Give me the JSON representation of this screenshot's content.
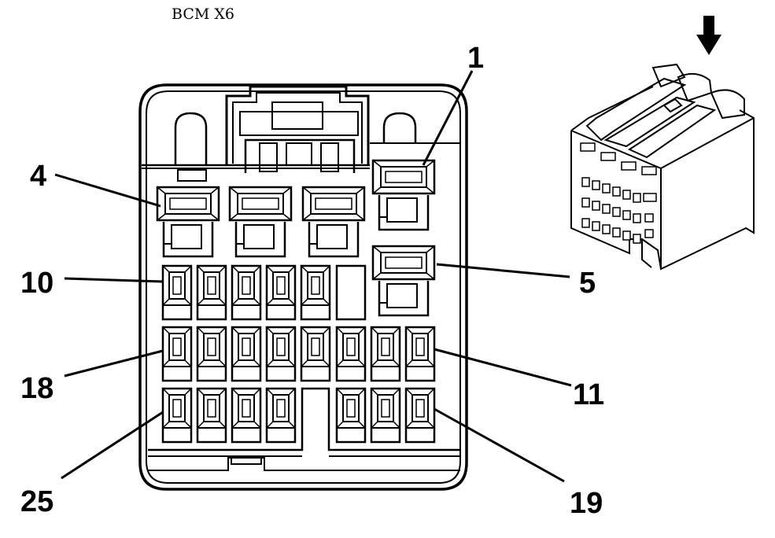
{
  "title": "BCM X6",
  "pin_labels": {
    "p1": "1",
    "p4": "4",
    "p5": "5",
    "p10": "10",
    "p11": "11",
    "p18": "18",
    "p19": "19",
    "p25": "25"
  },
  "icons": {
    "insert_direction": "down-arrow-icon",
    "connector_view": "connector-3d-icon"
  }
}
